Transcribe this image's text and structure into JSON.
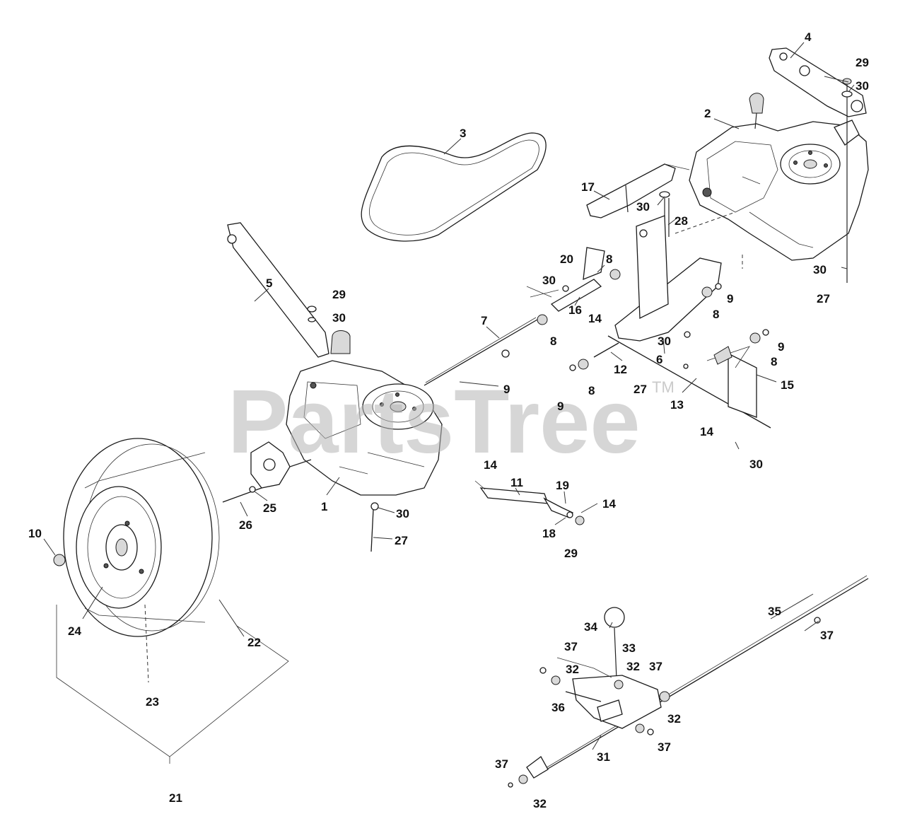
{
  "watermark": {
    "text": "PartsTree",
    "tm": "TM",
    "color": "#b5b5b5"
  },
  "callouts": [
    {
      "id": "c1",
      "label": "1"
    },
    {
      "id": "c2",
      "label": "2"
    },
    {
      "id": "c3",
      "label": "3"
    },
    {
      "id": "c4",
      "label": "4"
    },
    {
      "id": "c5",
      "label": "5"
    },
    {
      "id": "c6",
      "label": "6"
    },
    {
      "id": "c7",
      "label": "7"
    },
    {
      "id": "c8a",
      "label": "8"
    },
    {
      "id": "c8b",
      "label": "8"
    },
    {
      "id": "c8c",
      "label": "8"
    },
    {
      "id": "c8d",
      "label": "8"
    },
    {
      "id": "c8e",
      "label": "8"
    },
    {
      "id": "c9a",
      "label": "9"
    },
    {
      "id": "c9b",
      "label": "9"
    },
    {
      "id": "c9c",
      "label": "9"
    },
    {
      "id": "c9d",
      "label": "9"
    },
    {
      "id": "c10",
      "label": "10"
    },
    {
      "id": "c11",
      "label": "11"
    },
    {
      "id": "c12",
      "label": "12"
    },
    {
      "id": "c13",
      "label": "13"
    },
    {
      "id": "c14a",
      "label": "14"
    },
    {
      "id": "c14b",
      "label": "14"
    },
    {
      "id": "c14c",
      "label": "14"
    },
    {
      "id": "c14d",
      "label": "14"
    },
    {
      "id": "c15",
      "label": "15"
    },
    {
      "id": "c16",
      "label": "16"
    },
    {
      "id": "c17",
      "label": "17"
    },
    {
      "id": "c18",
      "label": "18"
    },
    {
      "id": "c19",
      "label": "19"
    },
    {
      "id": "c20",
      "label": "20"
    },
    {
      "id": "c21",
      "label": "21"
    },
    {
      "id": "c22",
      "label": "22"
    },
    {
      "id": "c23",
      "label": "23"
    },
    {
      "id": "c24",
      "label": "24"
    },
    {
      "id": "c25",
      "label": "25"
    },
    {
      "id": "c26",
      "label": "26"
    },
    {
      "id": "c27a",
      "label": "27"
    },
    {
      "id": "c27b",
      "label": "27"
    },
    {
      "id": "c27c",
      "label": "27"
    },
    {
      "id": "c28",
      "label": "28"
    },
    {
      "id": "c29a",
      "label": "29"
    },
    {
      "id": "c29b",
      "label": "29"
    },
    {
      "id": "c29c",
      "label": "29"
    },
    {
      "id": "c30a",
      "label": "30"
    },
    {
      "id": "c30b",
      "label": "30"
    },
    {
      "id": "c30c",
      "label": "30"
    },
    {
      "id": "c30d",
      "label": "30"
    },
    {
      "id": "c30e",
      "label": "30"
    },
    {
      "id": "c30f",
      "label": "30"
    },
    {
      "id": "c30g",
      "label": "30"
    },
    {
      "id": "c30h",
      "label": "30"
    },
    {
      "id": "c31",
      "label": "31"
    },
    {
      "id": "c32a",
      "label": "32"
    },
    {
      "id": "c32b",
      "label": "32"
    },
    {
      "id": "c32c",
      "label": "32"
    },
    {
      "id": "c32d",
      "label": "32"
    },
    {
      "id": "c33",
      "label": "33"
    },
    {
      "id": "c34",
      "label": "34"
    },
    {
      "id": "c35",
      "label": "35"
    },
    {
      "id": "c36",
      "label": "36"
    },
    {
      "id": "c37a",
      "label": "37"
    },
    {
      "id": "c37b",
      "label": "37"
    },
    {
      "id": "c37c",
      "label": "37"
    },
    {
      "id": "c37d",
      "label": "37"
    },
    {
      "id": "c37e",
      "label": "37"
    }
  ]
}
